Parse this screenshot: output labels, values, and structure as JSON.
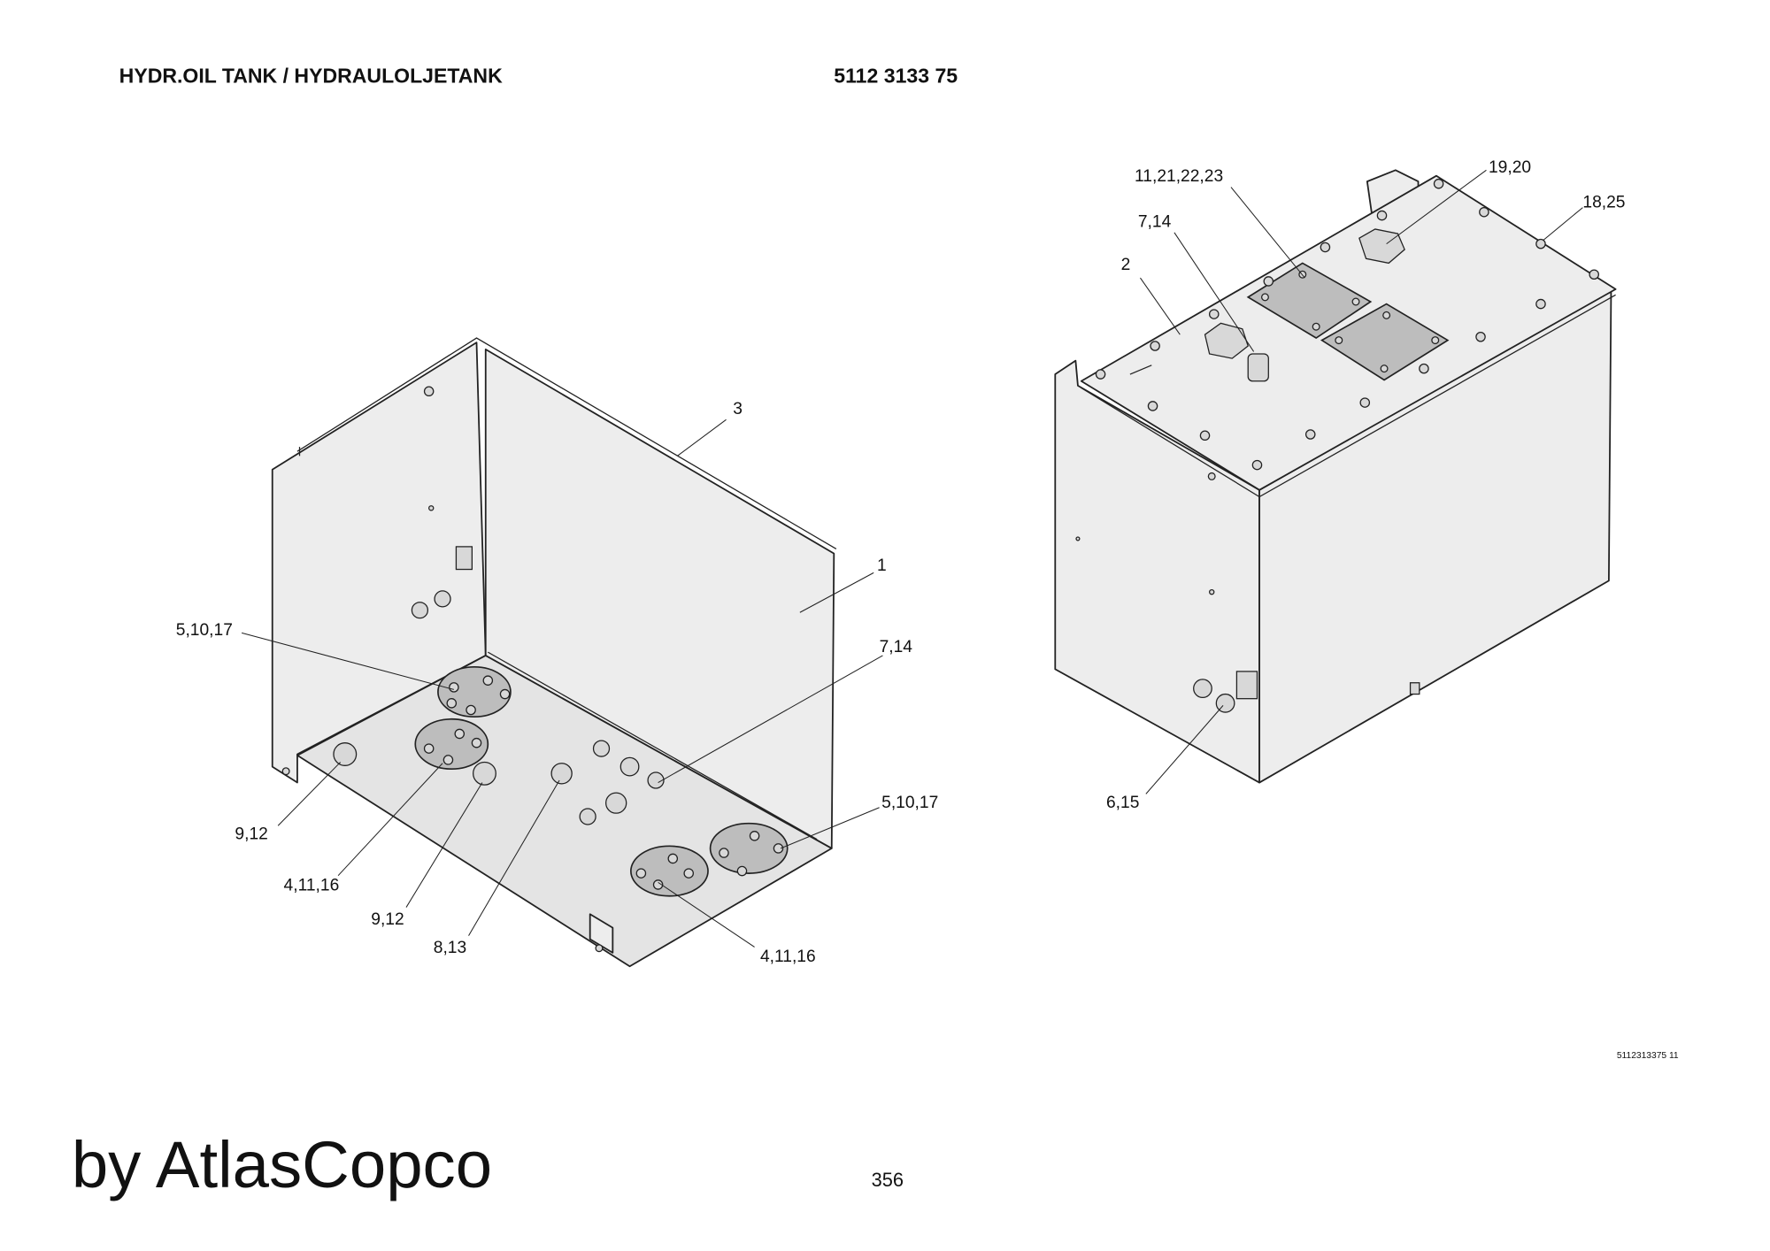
{
  "header": {
    "title": "HYDR.OIL TANK / HYDRAULOLJETANK",
    "part_number": "5112 3133 75"
  },
  "left_view": {
    "callouts": [
      "3",
      "1",
      "5,10,17",
      "7,14",
      "5,10,17",
      "9,12",
      "4,11,16",
      "9,12",
      "8,13",
      "4,11,16"
    ]
  },
  "right_view": {
    "callouts": [
      "11,21,22,23",
      "19,20",
      "18,25",
      "7,14",
      "2",
      "6,15"
    ]
  },
  "footer": {
    "drawing_code": "5112313375 11",
    "brand": "by AtlasCopco",
    "page_number": "356"
  }
}
